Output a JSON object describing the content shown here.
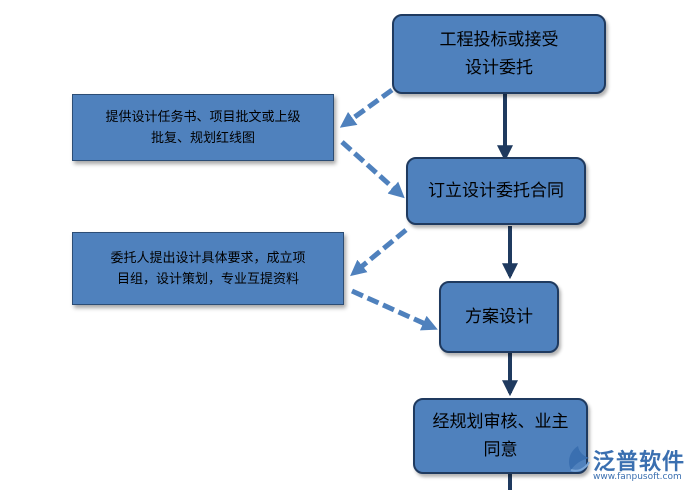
{
  "nodes": {
    "bidding": "工程投标或接受\n设计委托",
    "contract": "订立设计委托合同",
    "scheme": "方案设计",
    "approval": "经规划审核、业主\n同意"
  },
  "notes": {
    "provide_docs": "提供设计任务书、项目批文或上级\n批复、规划红线图",
    "client_requirements": "委托人提出设计具体要求，成立项\n目组，设计策划，专业互提资料"
  },
  "logo": {
    "name": "泛普软件",
    "url": "www.fanpusoft.com"
  },
  "colors": {
    "box_fill": "#4f81bd",
    "box_border": "#1f3a5f",
    "solid_arrow": "#1f3a5f",
    "dashed_arrow": "#4f81bd"
  }
}
